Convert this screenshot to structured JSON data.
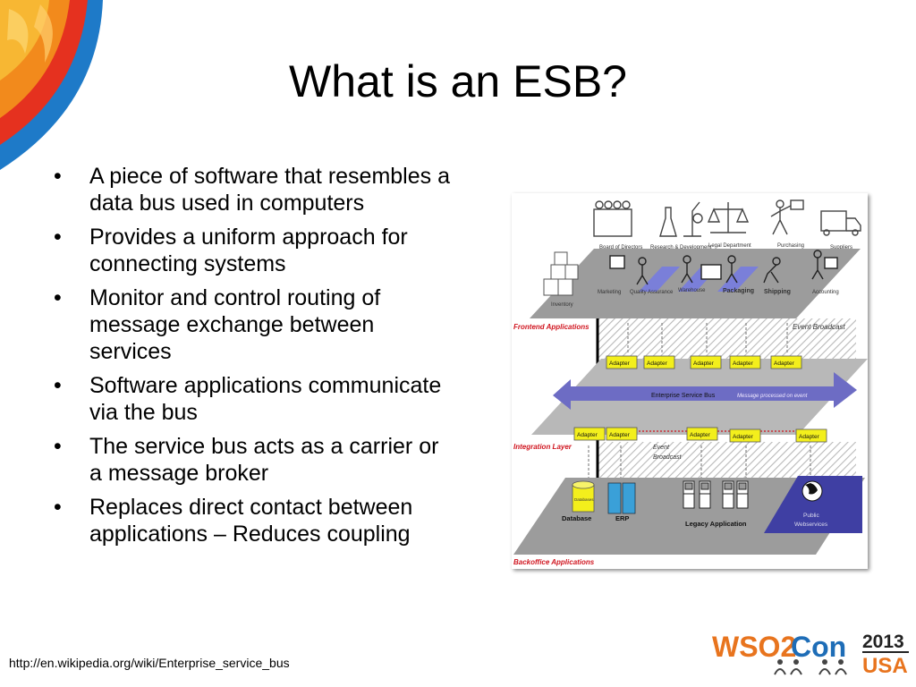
{
  "slide": {
    "title": "What is an ESB?",
    "bullets": [
      "A piece of software that resembles a data bus used in computers",
      "Provides a uniform approach for connecting systems",
      "Monitor and control routing of message exchange between services",
      "Software applications communicate via the bus",
      "The service bus acts as a carrier or a message broker",
      "Replaces direct contact between applications – Reduces coupling"
    ],
    "source_url": "http://en.wikipedia.org/wiki/Enterprise_service_bus"
  },
  "diagram": {
    "top_labels": {
      "board": "Board of Directors",
      "rnd": "Research & Development",
      "legal": "Legal Department",
      "purchasing": "Purchasing",
      "suppliers": "Suppliers"
    },
    "frontend_labels": {
      "inventory": "Inventory",
      "marketing": "Marketing",
      "quality": "Quality Assurance",
      "warehouse": "Warehouse",
      "packaging": "Packaging",
      "shipping": "Shipping",
      "accounting": "Accounting"
    },
    "layer_labels": {
      "frontend": "Frontend Applications",
      "integration": "Integration Layer",
      "backoffice": "Backoffice Applications"
    },
    "event_broadcast_top": "Event Broadcast",
    "event_broadcast_mid_1": "Event",
    "event_broadcast_mid_2": "Broadcast",
    "adapter": "Adapter",
    "bus_label": "Enterprise Service Bus",
    "bus_note": "Message processed on event",
    "backoffice": {
      "database": "Database",
      "database_small": "Databases",
      "erp": "ERP",
      "legacy": "Legacy Application",
      "public_1": "Public",
      "public_2": "Webservices"
    }
  },
  "logo": {
    "wso2": "WSO2",
    "con": "Con",
    "year": "2013",
    "country": "USA"
  },
  "colors": {
    "orange": "#e8741e",
    "blue": "#1e6db7",
    "adapter_yellow": "#f3ef1c",
    "bus_purple": "#6d6cc4",
    "layer_label_red": "#d0151f"
  }
}
